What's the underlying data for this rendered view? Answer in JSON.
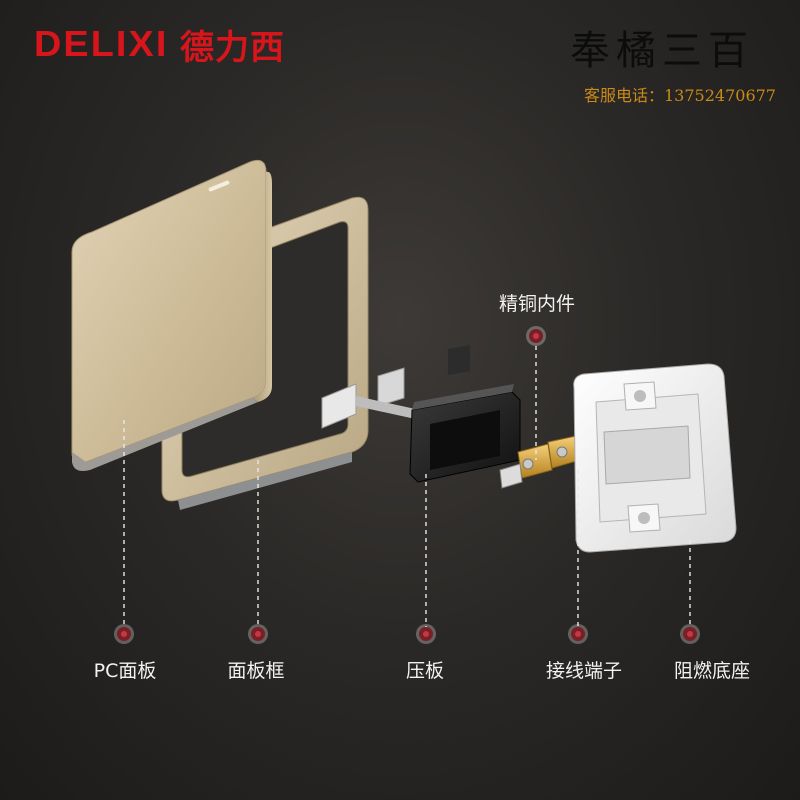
{
  "brand": {
    "logo_latin": "DELIXI",
    "logo_cn": "德力西",
    "color": "#d9151c"
  },
  "shop": {
    "name": "奉橘三百",
    "service": "客服电话：13752470677"
  },
  "parts": {
    "top_label": "精铜内件",
    "labels": [
      "PC面板",
      "面板框",
      "压板",
      "接线端子",
      "阻燃底座"
    ]
  },
  "colors": {
    "gold": "#cdbb97",
    "dot": "#7a1f26"
  }
}
